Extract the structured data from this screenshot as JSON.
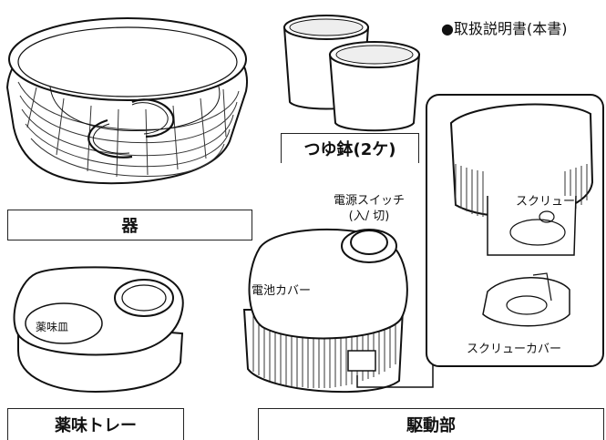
{
  "manual_title": "●取扱説明書(本書)",
  "parts": {
    "bowl": "器",
    "cups": "つゆ鉢(2ケ)",
    "tray": "薬味トレー",
    "condiment_dish": "薬味皿",
    "drive_unit": "駆動部",
    "power_switch_line1": "電源スイッチ",
    "power_switch_line2": "(入/ 切)",
    "battery_cover": "電池カバー",
    "screw": "スクリュー",
    "screw_cover": "スクリューカバー"
  }
}
